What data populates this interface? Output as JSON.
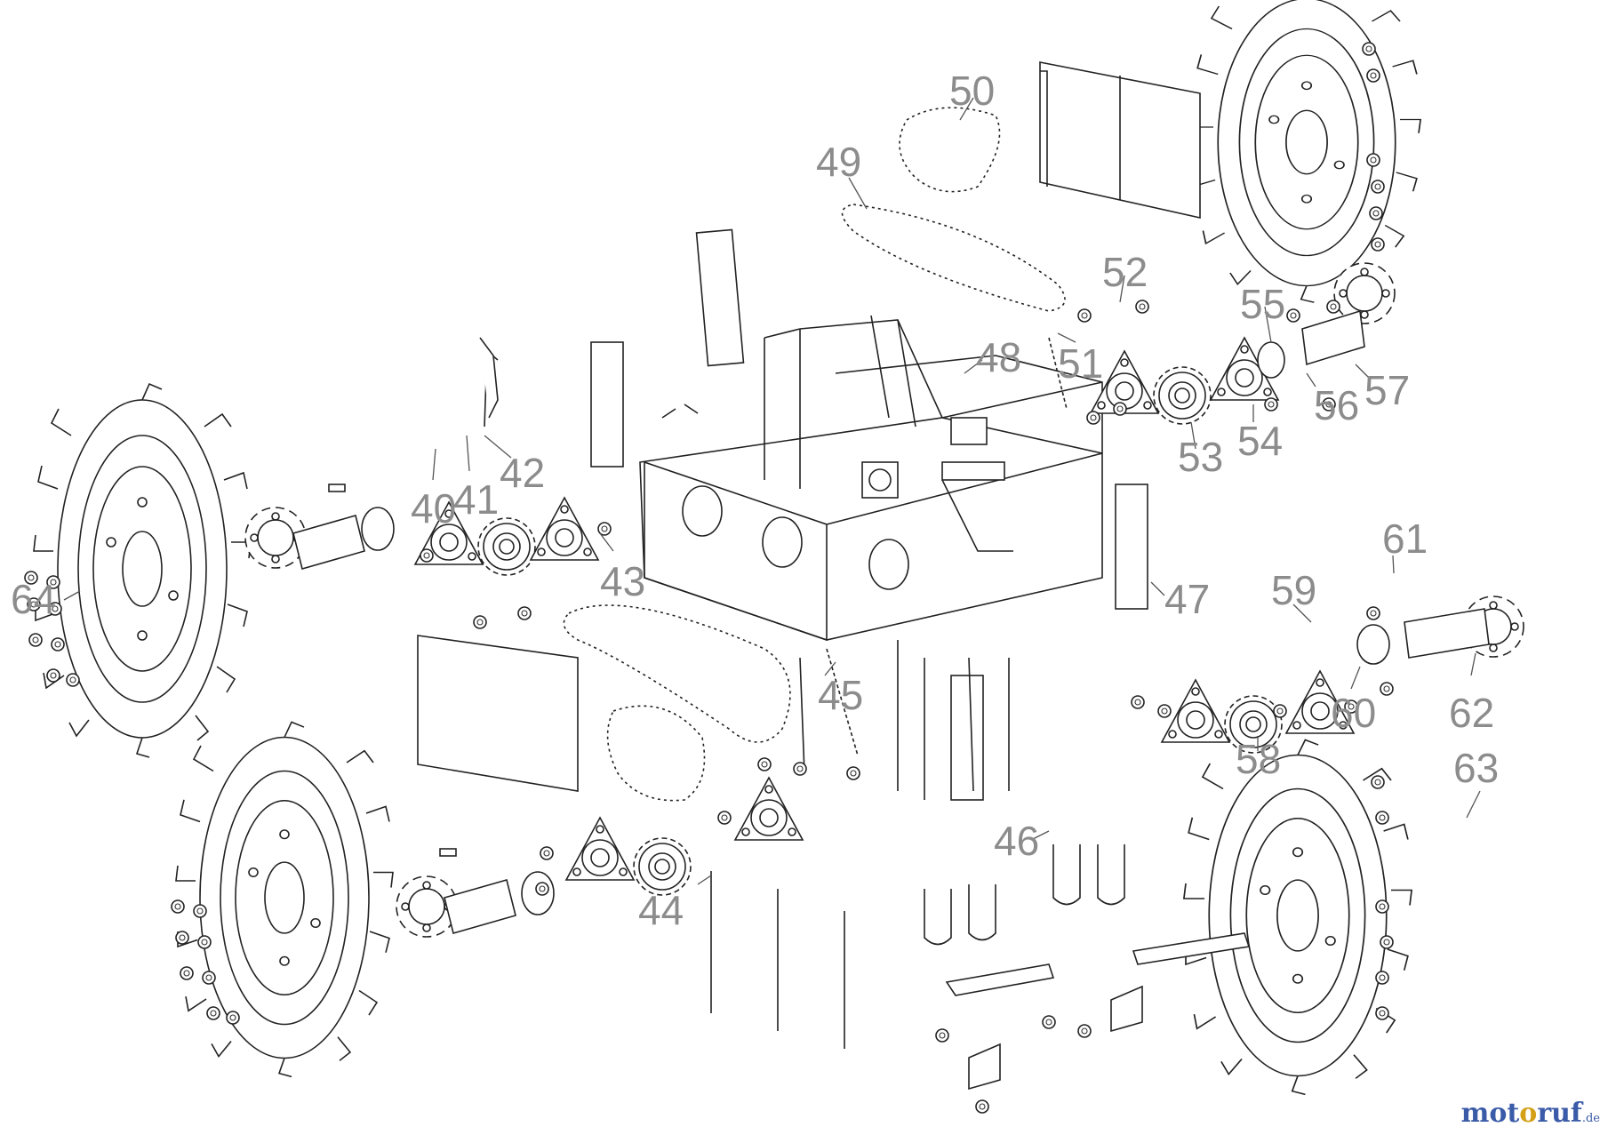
{
  "diagram": {
    "callouts": [
      "40",
      "41",
      "42",
      "43",
      "44",
      "45",
      "46",
      "47",
      "48",
      "49",
      "50",
      "51",
      "52",
      "53",
      "54",
      "55",
      "56",
      "57",
      "58",
      "59",
      "60",
      "61",
      "62",
      "63",
      "64"
    ]
  },
  "watermark": {
    "part1": "mot",
    "part2": "o",
    "part3": "ruf",
    "tld": ".de"
  }
}
